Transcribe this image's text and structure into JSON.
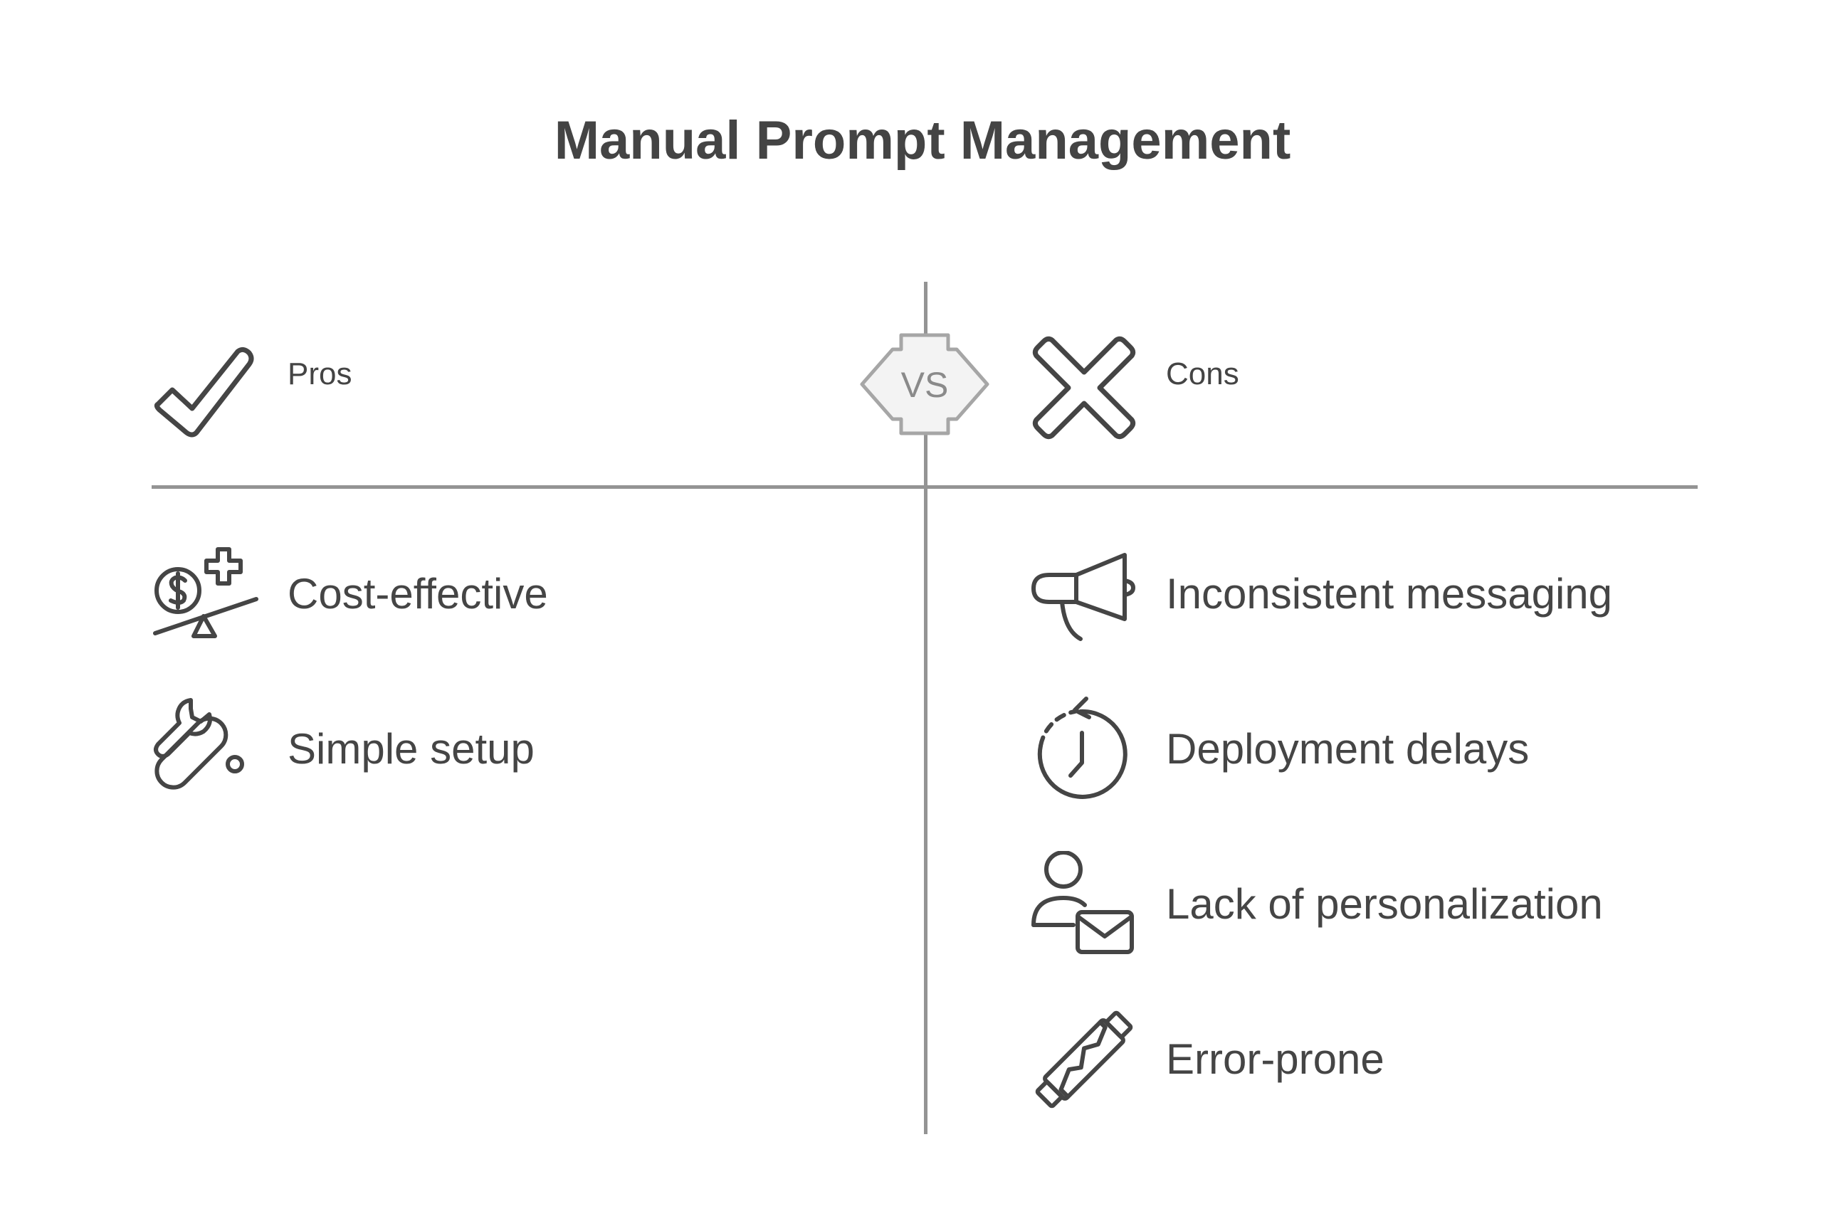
{
  "title": "Manual Prompt Management",
  "vs_label": "VS",
  "pros": {
    "label": "Pros",
    "header_icon": "checkmark-icon",
    "items": [
      {
        "label": "Cost-effective",
        "icon": "balance-scale-dollar-plus-icon"
      },
      {
        "label": "Simple setup",
        "icon": "wrench-and-pin-icon"
      }
    ]
  },
  "cons": {
    "label": "Cons",
    "header_icon": "x-mark-icon",
    "items": [
      {
        "label": "Inconsistent messaging",
        "icon": "megaphone-icon"
      },
      {
        "label": "Deployment delays",
        "icon": "stopwatch-icon"
      },
      {
        "label": "Lack of personalization",
        "icon": "person-with-envelope-icon"
      },
      {
        "label": "Error-prone",
        "icon": "broken-stick-icon"
      }
    ]
  },
  "colors": {
    "text": "#444444",
    "divider": "#949494",
    "vs_fill": "#f3f3f3",
    "vs_stroke": "#a6a6a6"
  }
}
